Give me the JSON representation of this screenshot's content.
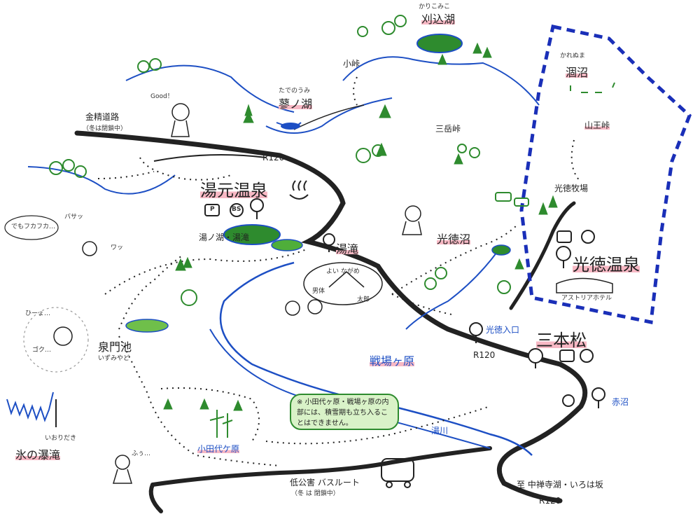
{
  "map": {
    "title_features": {
      "karikomi_ko": {
        "reading": "かりこみこ",
        "name": "刈込湖"
      },
      "kosho": {
        "name": "小峠"
      },
      "tadeno_umi": {
        "reading": "たでのうみ",
        "name": "蓼ノ湖"
      },
      "mitake_toge": {
        "name": "三岳峠"
      },
      "kare_numa": {
        "reading": "かれぬま",
        "name": "涸沼"
      },
      "sanno_toge": {
        "name": "山王峠"
      },
      "kotoku_bokujo": {
        "name": "光徳牧場"
      },
      "konsei_road": {
        "name": "金精道路",
        "note": "（冬は閉鎖中）"
      },
      "good_mark": {
        "text": "Good！"
      },
      "yumoto_onsen": {
        "name": "湯元温泉"
      },
      "yunoko_yudaki": {
        "name": "湯ノ湖・湯滝"
      },
      "yudaki": {
        "name": "湯滝"
      },
      "kotoku_numa": {
        "name": "光徳沼"
      },
      "kotoku_onsen": {
        "name": "光徳温泉"
      },
      "astoria_hotel": {
        "name": "アストリアホテル"
      },
      "senjogahara": {
        "name": "戦場ヶ原"
      },
      "kotoku_iriguchi": {
        "name": "光徳入口"
      },
      "sanbonmatsu": {
        "name": "三本松"
      },
      "akanuma": {
        "name": "赤沼"
      },
      "izumimon_ike": {
        "name": "泉門池",
        "reading": "いずみやど"
      },
      "odashirogahara": {
        "name": "小田代ケ原"
      },
      "yukawa": {
        "name": "湯川"
      },
      "koori_no_hyoutaki": {
        "reading": "いおりだき",
        "name": "氷の瀑滝"
      },
      "low_emission_bus": {
        "name": "低公害 バスルート",
        "note": "（冬 は 閉鎖中）"
      },
      "to_chuzenji": {
        "text": "至 中禅寺湖・いろは坂"
      }
    },
    "road_labels": [
      "R120",
      "R120",
      "R120"
    ],
    "notice": "※ 小田代ヶ原・戦場ヶ原の内部には、積雪期も立ち入ることはできません。",
    "cartoon_texts": {
      "bubble_1": "でもフカフカ…",
      "bubble_2": "バサッ",
      "bubble_3": "ワッ",
      "bubble_4": "ひーょ…",
      "bubble_5": "ゴク…",
      "bubble_6": "ふぅ…",
      "speech": "よい ながめ",
      "mountain_tag_1": "男体",
      "mountain_tag_2": "太郎",
      "icon_parking": "P",
      "icon_bus": "BS"
    },
    "colors": {
      "ink": "#222222",
      "river": "#1d4fc4",
      "forest": "#2e8b2e",
      "highlight": "#f7b8c4",
      "outline_box": "#1a2fb8"
    }
  }
}
